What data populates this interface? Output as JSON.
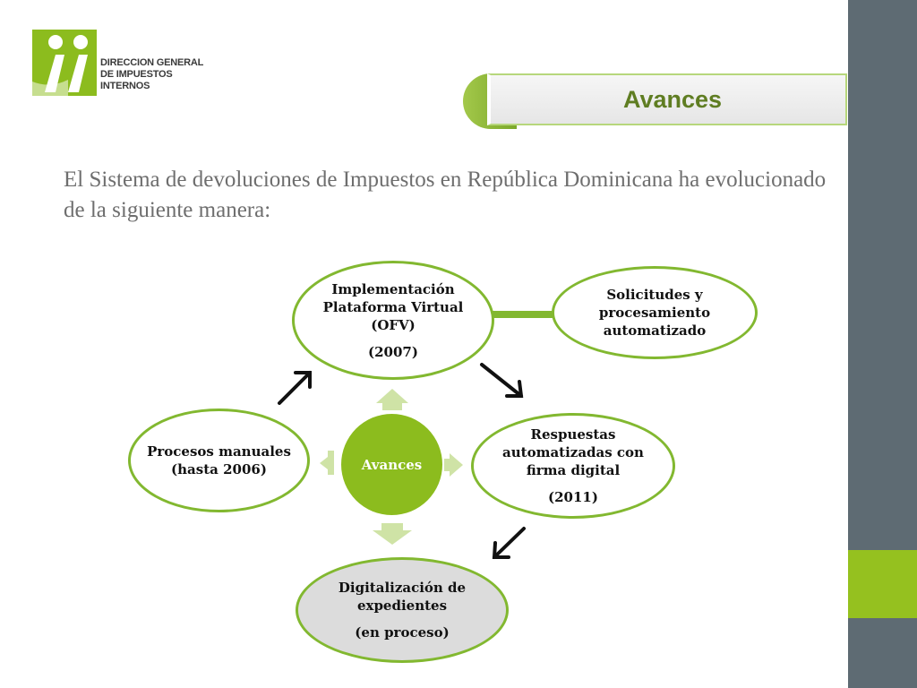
{
  "logo": {
    "lines": [
      "DIRECCION GENERAL",
      "DE IMPUESTOS",
      "INTERNOS"
    ]
  },
  "title": "Avances",
  "intro": "El Sistema de devoluciones de Impuestos en República Dominicana ha evolucionado de la siguiente manera:",
  "diagram": {
    "center": "Avances",
    "nodes": {
      "top": {
        "label": "Implementación Plataforma Virtual (OFV)",
        "year": "(2007)"
      },
      "side_note": {
        "label": "Solicitudes y procesamiento automatizado"
      },
      "right": {
        "label": "Respuestas automatizadas con firma digital",
        "year": "(2011)"
      },
      "bottom": {
        "label": "Digitalización de expedientes",
        "year": "(en proceso)"
      },
      "left": {
        "label": "Procesos manuales (hasta 2006)"
      }
    }
  },
  "colors": {
    "accent": "#8cbc1e",
    "node_border": "#82b830",
    "right_bar": "#5e6b73",
    "title_text": "#5f7d22"
  }
}
